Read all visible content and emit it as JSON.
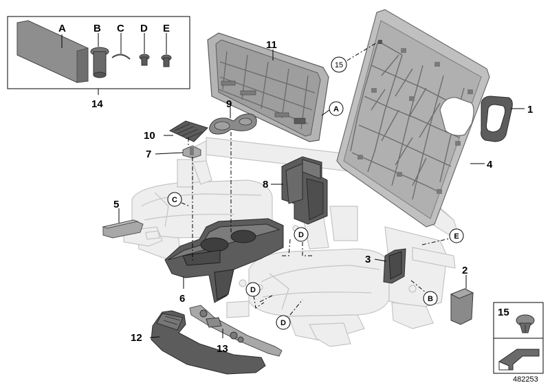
{
  "legend_box": {
    "letters": [
      "A",
      "B",
      "C",
      "D",
      "E"
    ],
    "group_number": "14"
  },
  "callouts": [
    "1",
    "2",
    "3",
    "4",
    "5",
    "6",
    "7",
    "8",
    "9",
    "10",
    "11",
    "12",
    "13"
  ],
  "circled_labels": {
    "ref_15": "15",
    "a": "A",
    "b": "B",
    "c": "C",
    "d1": "D",
    "d2": "D",
    "d3": "D",
    "e": "E"
  },
  "inset": {
    "number": "15"
  },
  "diagram_id": "482253"
}
